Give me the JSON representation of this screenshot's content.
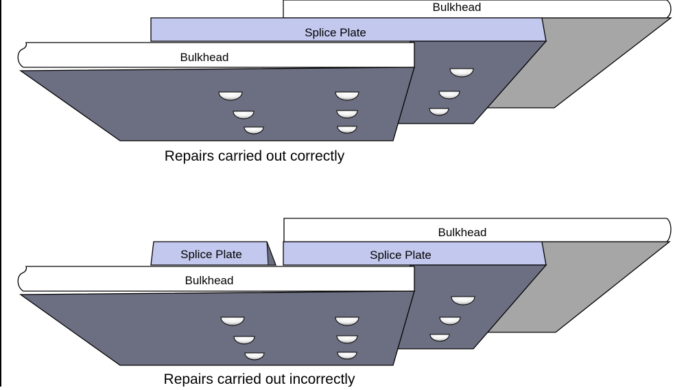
{
  "colors": {
    "bulkhead_face": "#ffffff",
    "splice_plate": "#c3c8ee",
    "plate_dark": "#6c6e81",
    "plate_gray": "#a6a6a6",
    "outline": "#000000"
  },
  "panels": [
    {
      "caption": "Repairs carried out correctly",
      "bulkhead_back_label": "Bulkhead",
      "splice_plate_label": "Splice Plate",
      "bulkhead_front_label": "Bulkhead"
    },
    {
      "caption": "Repairs carried out incorrectly",
      "bulkhead_back_label": "Bulkhead",
      "splice_plate_left_label": "Splice Plate",
      "splice_plate_right_label": "Splice Plate",
      "bulkhead_front_label": "Bulkhead"
    }
  ]
}
